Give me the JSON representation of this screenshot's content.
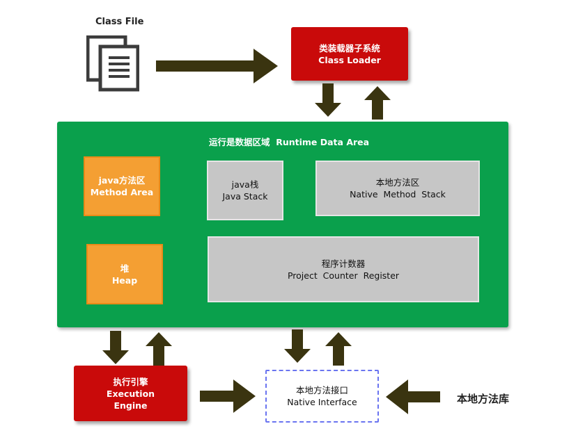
{
  "class_file": {
    "label": "Class File"
  },
  "class_loader": {
    "line1": "类装载器子系统",
    "line2": "Class Loader"
  },
  "runtime": {
    "title": "运行是数据区域  Runtime Data Area",
    "method_area": {
      "line1": "java方法区",
      "line2": "Method Area"
    },
    "java_stack": {
      "line1": "java栈",
      "line2": "Java Stack"
    },
    "native_stack": {
      "line1": "本地方法区",
      "line2": "Native  Method  Stack"
    },
    "heap": {
      "line1": "堆",
      "line2": "Heap"
    },
    "pc_register": {
      "line1": "程序计数器",
      "line2": "Project  Counter  Register"
    }
  },
  "execution_engine": {
    "line1": "执行引擎",
    "line2": "Execution",
    "line3": "Engine"
  },
  "native_interface": {
    "line1": "本地方法接口",
    "line2": "Native Interface"
  },
  "native_library": {
    "label": "本地方法库"
  },
  "colors": {
    "red": "#c90a0a",
    "green": "#0aa04c",
    "orange": "#f49f33",
    "gray": "#c6c6c6",
    "arrow": "#3a3410",
    "dashed_border": "#6a74f0"
  },
  "icons": {
    "class_file": "document-stack-icon"
  }
}
